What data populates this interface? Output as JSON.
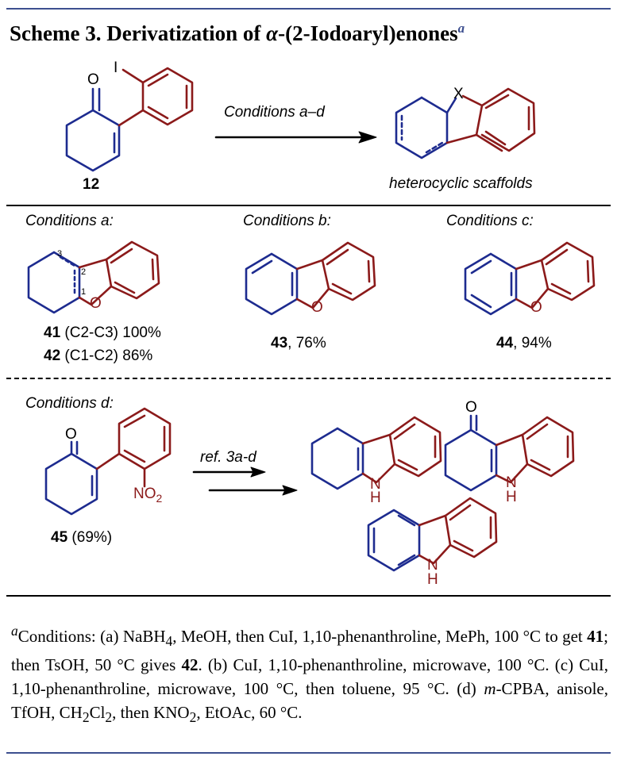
{
  "title": {
    "prefix": "Scheme 3. Derivatization of ",
    "alpha": "α",
    "rest": "-(2-Iodoaryl)enones",
    "footnote_mark": "a"
  },
  "top": {
    "compound_12": "12",
    "iodo": "I",
    "oxo": "O",
    "arrow_label": "Conditions a–d",
    "product_label": "heterocyclic scaffolds",
    "het_atom": "X"
  },
  "row_a": {
    "cond_a": "Conditions a:",
    "cond_b": "Conditions b:",
    "cond_c": "Conditions c:",
    "pos3": "3",
    "pos2": "2",
    "pos1": "1",
    "o_a": "O",
    "o_b": "O",
    "o_c": "O",
    "c41_num": "41",
    "c41_text": " (C2-C3) 100%",
    "c42_num": "42",
    "c42_text": " (C1-C2) 86%",
    "c43_num": "43",
    "c43_text": ", 76%",
    "c44_num": "44",
    "c44_text": ", 94%"
  },
  "row_d": {
    "cond_d": "Conditions d:",
    "oxo": "O",
    "no2_main": "NO",
    "no2_sub": "2",
    "c45_num": "45",
    "c45_text": " (69%)",
    "arrow_label": "ref. 3a-d",
    "nh1": "H",
    "nh1_n": "N",
    "nh2": "H",
    "nh2_n": "N",
    "nh3": "H",
    "nh3_n": "N",
    "oxo2": "O"
  },
  "footnote": {
    "mark": "a",
    "t1": "Conditions: (a) NaBH",
    "s1": "4",
    "t2": ", MeOH, then CuI, 1,10-phenanthroline, MePh, 100 °C to get ",
    "b1": "41",
    "t3": "; then TsOH, 50 °C gives ",
    "b2": "42",
    "t4": ". (b) CuI, 1,10-phenanthroline, microwave, 100 °C. (c) CuI, 1,10-phenanthroline, microwave, 100 °C, then toluene, 95 °C. (d) ",
    "i1": "m",
    "t5": "-CPBA, anisole, TfOH, CH",
    "s2": "2",
    "t6": "Cl",
    "s3": "2",
    "t7": ", then KNO",
    "s4": "2",
    "t8": ", EtOAc, 60 °C."
  },
  "colors": {
    "blue": "#1d2b8f",
    "red": "#8b1a1a",
    "rule": "#3d4f8f"
  }
}
